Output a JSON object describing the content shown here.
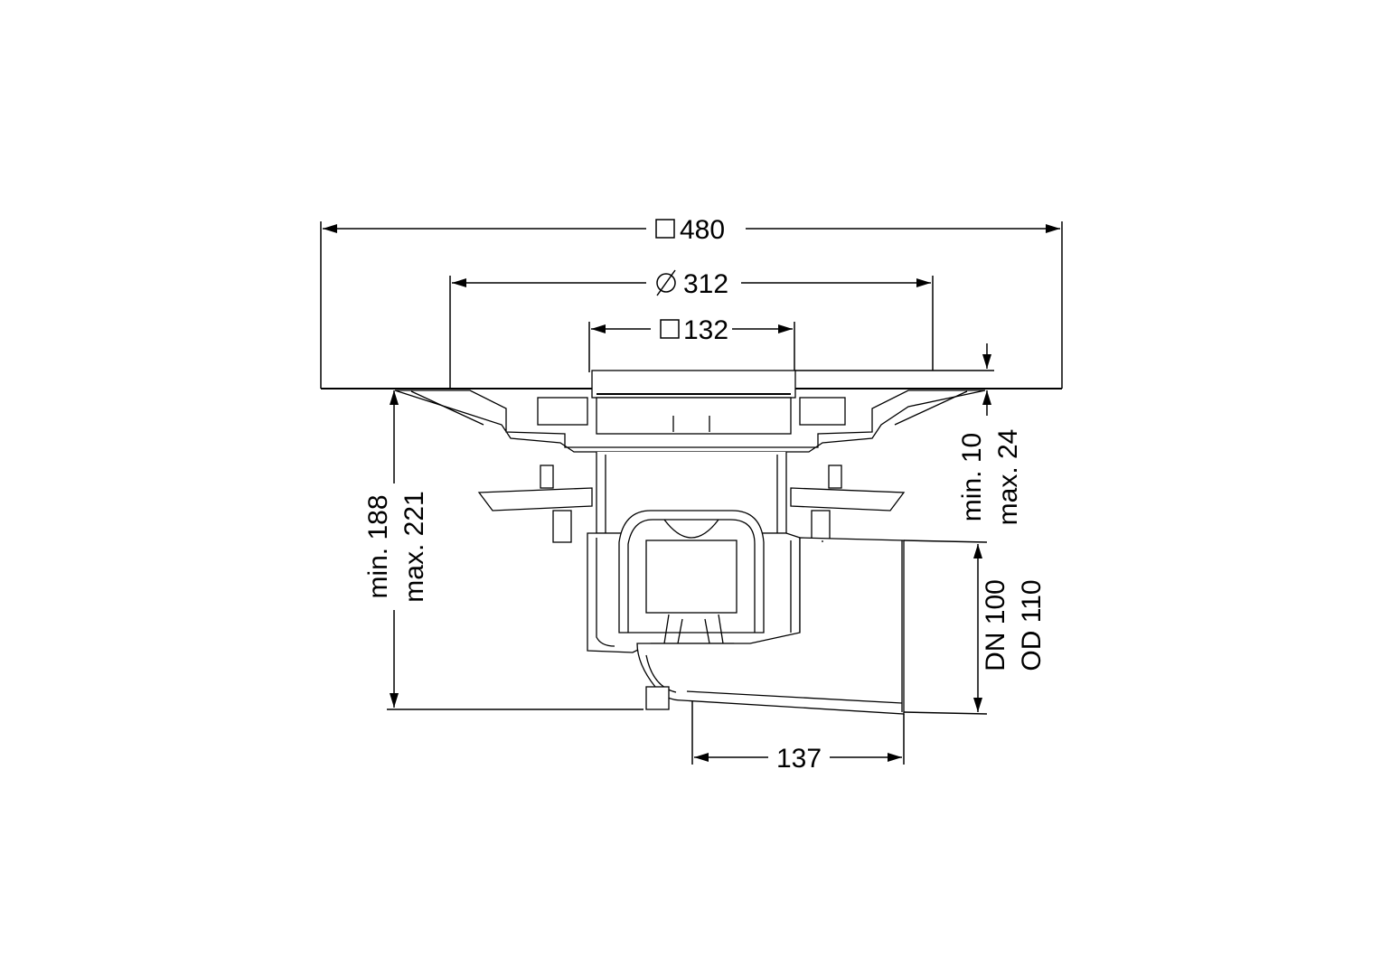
{
  "title": "Floor drain dimensional drawing",
  "dimensions": {
    "overall_square": "480",
    "flange_diameter": "312",
    "grate_square": "132",
    "height_min": "min. 188",
    "height_max": "max. 221",
    "adjust_min": "min. 10",
    "adjust_max": "max. 24",
    "outlet_dn": "DN 100",
    "outlet_od": "OD 110",
    "outlet_offset": "137"
  },
  "colors": {
    "line": "#000000",
    "background": "#ffffff"
  }
}
